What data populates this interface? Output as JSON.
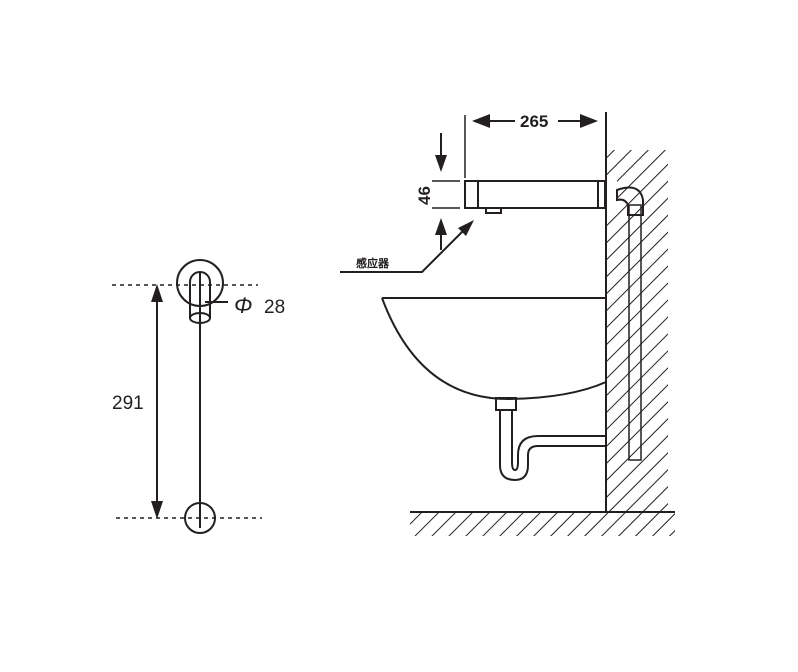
{
  "left_view": {
    "height_dim": "291",
    "diameter_dim": "28",
    "diameter_symbol": "Φ"
  },
  "side_view": {
    "spout_length_dim": "265",
    "spout_height_dim": "46",
    "sensor_label": "感应器"
  },
  "colors": {
    "line": "#231f20",
    "background": "#ffffff"
  }
}
